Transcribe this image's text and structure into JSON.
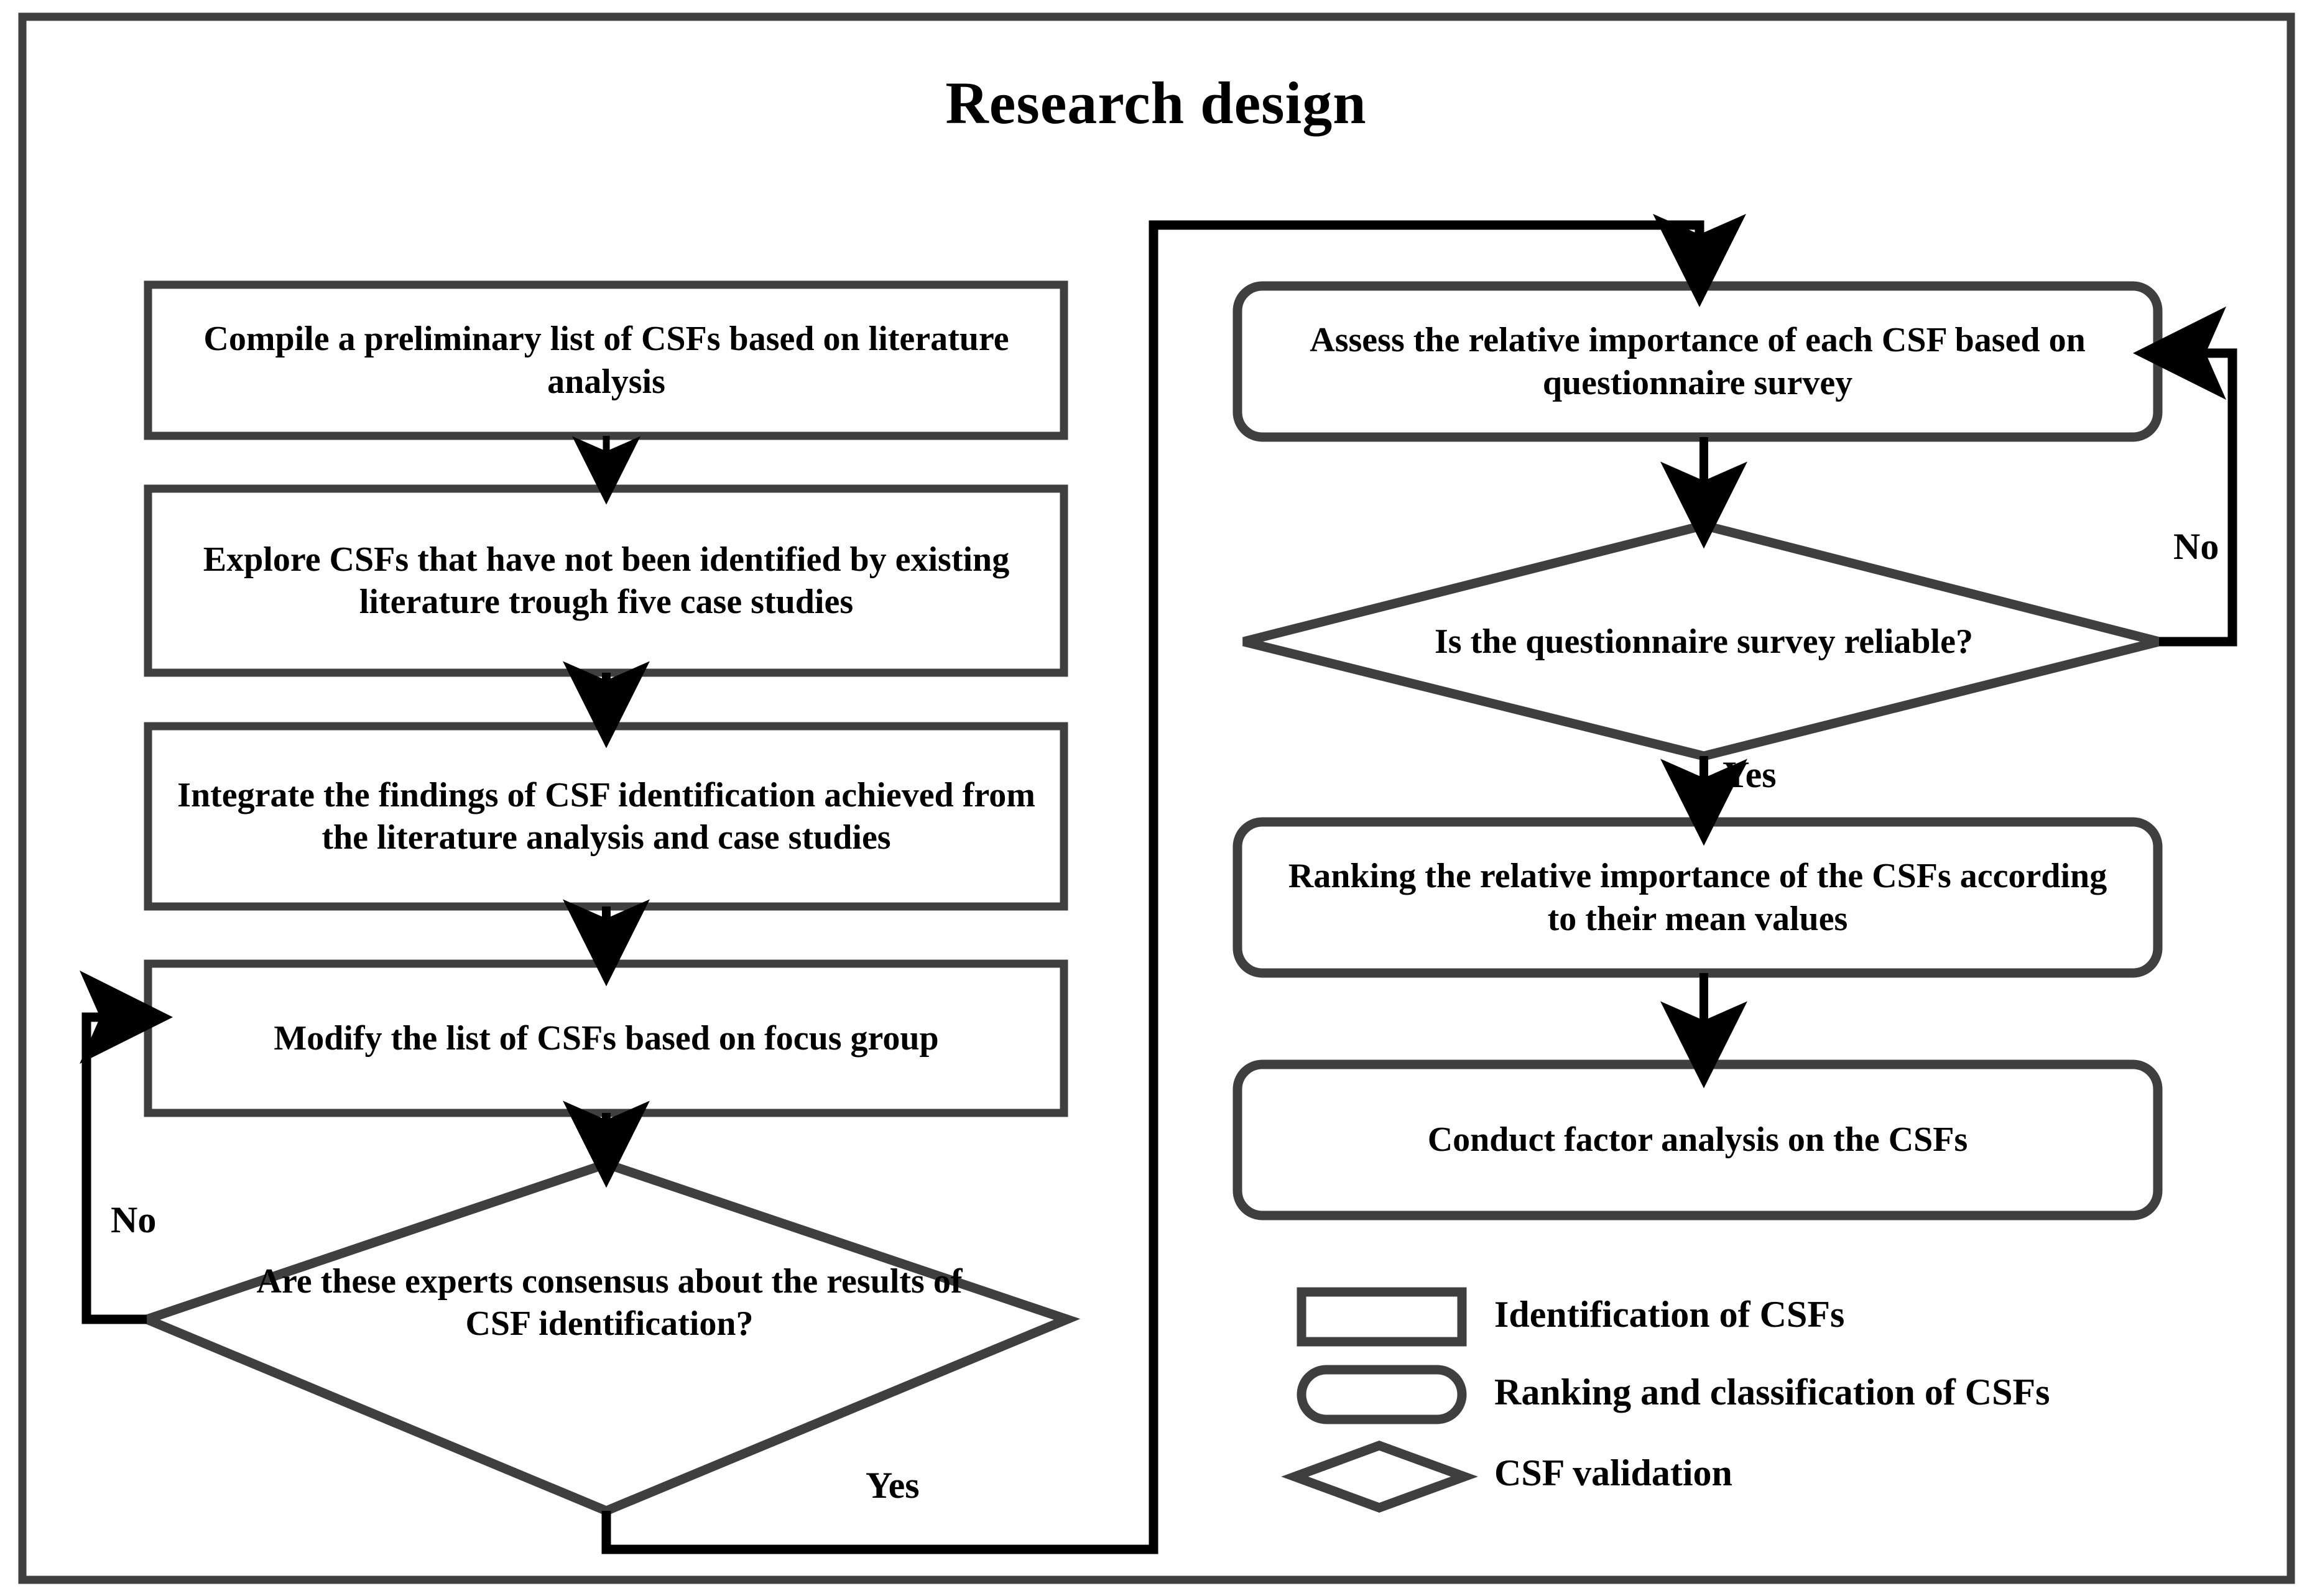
{
  "title": "Research design",
  "colors": {
    "shape_stroke": "#3f3f3f",
    "connector": "#000000",
    "text": "#000000",
    "background": "#ffffff",
    "frame": "#3f3f3f"
  },
  "left_column": {
    "nodes": [
      {
        "id": "compile-list",
        "shape": "rectangle",
        "label": "Compile a preliminary list of  CSFs based on literature analysis"
      },
      {
        "id": "explore-csfs",
        "shape": "rectangle",
        "label": "Explore CSFs that have not been identified by existing literature trough five case studies"
      },
      {
        "id": "integrate-findings",
        "shape": "rectangle",
        "label": "Integrate the findings of CSF identification achieved from the literature analysis and case studies"
      },
      {
        "id": "modify-list",
        "shape": "rectangle",
        "label": "Modify the list of CSFs based on focus group"
      },
      {
        "id": "experts-consensus",
        "shape": "diamond",
        "label": "Are these experts consensus about the results of CSF identification?"
      }
    ],
    "edge_labels": {
      "no": "No",
      "yes": "Yes"
    }
  },
  "right_column": {
    "nodes": [
      {
        "id": "assess-importance",
        "shape": "stadium",
        "label": "Assess the relative importance of each CSF based on questionnaire survey"
      },
      {
        "id": "survey-reliable",
        "shape": "diamond",
        "label": "Is the questionnaire survey reliable?"
      },
      {
        "id": "ranking-importance",
        "shape": "stadium",
        "label": "Ranking the relative importance of the CSFs according to their mean values"
      },
      {
        "id": "factor-analysis",
        "shape": "stadium",
        "label": "Conduct factor analysis on the CSFs"
      }
    ],
    "edge_labels": {
      "no": "No",
      "yes": "Yes"
    }
  },
  "legend": {
    "items": [
      {
        "shape": "rectangle",
        "label": "Identification of CSFs"
      },
      {
        "shape": "stadium",
        "label": "Ranking and classification of CSFs"
      },
      {
        "shape": "diamond",
        "label": "CSF validation"
      }
    ]
  }
}
